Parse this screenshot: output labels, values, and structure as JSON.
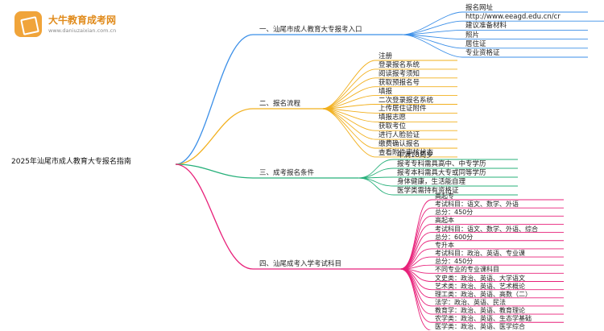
{
  "brand": {
    "name": "大牛教育成考网",
    "url": "www.daniuzaixian.com.cn",
    "accent": "#e08a1a"
  },
  "root": "2025年汕尾市成人教育大专报名指南",
  "branches": [
    {
      "label": "一、汕尾市成人教育大专报考入口",
      "color": "#3b8fe8",
      "children": [
        "报名网址",
        "http://www.eeagd.edu.cn/cr",
        "建议准备材料",
        "照片",
        "居住证",
        "专业资格证"
      ]
    },
    {
      "label": "二、报名流程",
      "color": "#f2b01e",
      "children": [
        "注册",
        "登录报名系统",
        "阅读报考须知",
        "获取预报名号",
        "填报",
        "二次登录报名系统",
        "上传居住证附件",
        "填报志愿",
        "获取考位",
        "进行人脸验证",
        "缴费确认报名",
        "查看附件审核状态"
      ]
    },
    {
      "label": "三、成考报名条件",
      "color": "#27b07a",
      "children": [
        "年满18周岁",
        "报考专科需具高中、中专学历",
        "报考本科需具大专或同等学历",
        "身体健康，生活能自理",
        "医学类需持有资格证"
      ]
    },
    {
      "label": "四、汕尾成考入学考试科目",
      "color": "#e8217a",
      "children": [
        "高起专",
        "考试科目：语文、数学、外语",
        "总分：450分",
        "高起本",
        "考试科目：语文、数学、外语、综合",
        "总分：600分",
        "专升本",
        "考试科目：政治、英语、专业课",
        "总分：450分",
        "不同专业的专业课科目",
        "文史类：政治、英语、大学语文",
        "艺术类：政治、英语、艺术概论",
        "理工类：政治、英语、高数（二）",
        "法学：政治、英语、民法",
        "教育学：政治、英语、教育理论",
        "农学类：政治、英语、生态学基础",
        "医学类：政治、英语、医学综合"
      ]
    }
  ]
}
